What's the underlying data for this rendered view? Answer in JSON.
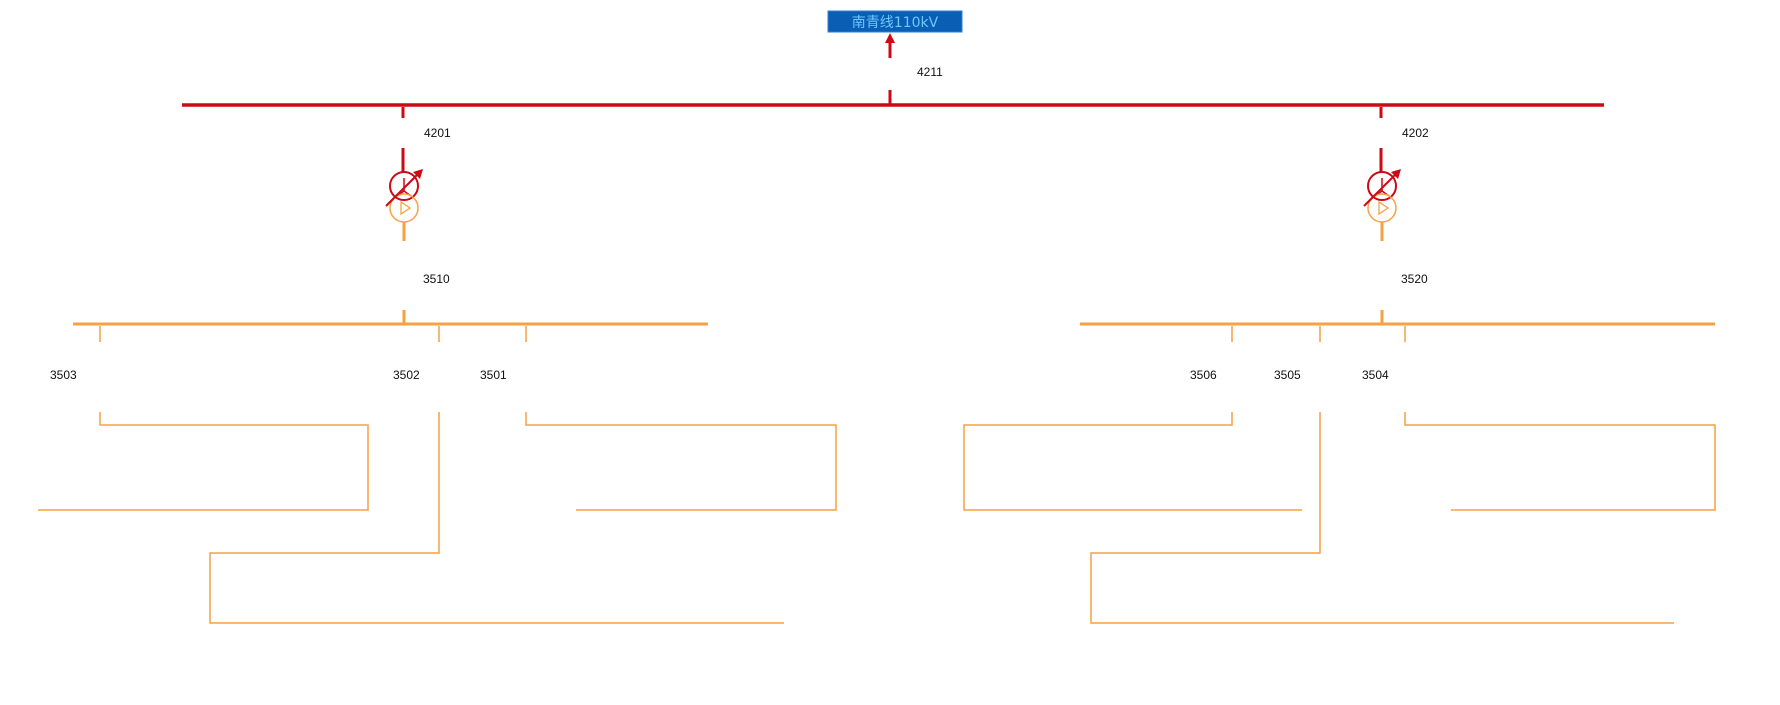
{
  "incoming_line": {
    "label": "南青线110kV"
  },
  "switches": {
    "s4211": "4211",
    "s4201": "4201",
    "s4202": "4202",
    "s3510": "3510",
    "s3520": "3520",
    "s3503": "3503",
    "s3502": "3502",
    "s3501": "3501",
    "s3506": "3506",
    "s3505": "3505",
    "s3504": "3504"
  },
  "colors": {
    "hv": "#cc0a14",
    "mv": "#f7a142",
    "title_bg": "#0a5fb4",
    "title_text": "#6ec6ff",
    "label": "#111111"
  }
}
